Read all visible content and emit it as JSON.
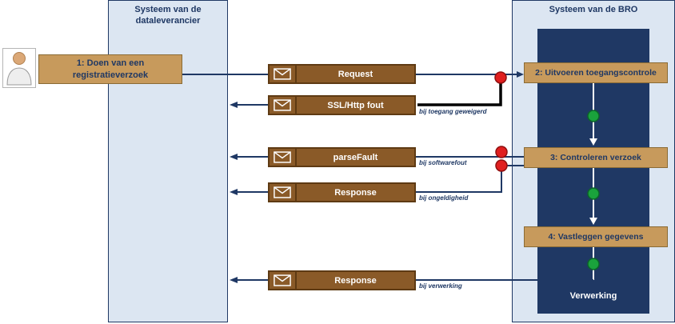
{
  "lanes": {
    "dataleverancier": {
      "title": "Systeem van de dataleverancier"
    },
    "bro": {
      "title": "Systeem van de BRO",
      "inner_label": "Verwerking"
    }
  },
  "actor": {
    "icon": "person-icon",
    "step_label": "1: Doen van een registratieverzoek"
  },
  "messages": [
    {
      "icon": "envelope-icon",
      "label": "Request"
    },
    {
      "icon": "envelope-icon",
      "label": "SSL/Http fout",
      "annotation": "bij toegang geweigerd"
    },
    {
      "icon": "envelope-icon",
      "label": "parseFault",
      "annotation": "bij softwarefout"
    },
    {
      "icon": "envelope-icon",
      "label": "Response",
      "annotation": "bij ongeldigheid"
    },
    {
      "icon": "envelope-icon",
      "label": "Response",
      "annotation": "bij verwerking"
    }
  ],
  "bro_steps": [
    {
      "label": "2: Uitvoeren toegangscontrole"
    },
    {
      "label": "3: Controleren verzoek"
    },
    {
      "label": "4: Vastleggen gegevens"
    }
  ],
  "colors": {
    "lane_fill": "#dce6f2",
    "navy": "#1f3864",
    "tan_fill": "#c79a5c",
    "tan_border": "#8a6b35",
    "brown_fill": "#8a5a28",
    "brown_border": "#5e3a13",
    "red_dot": "#e01f1f",
    "green_dot": "#1aa33c"
  }
}
